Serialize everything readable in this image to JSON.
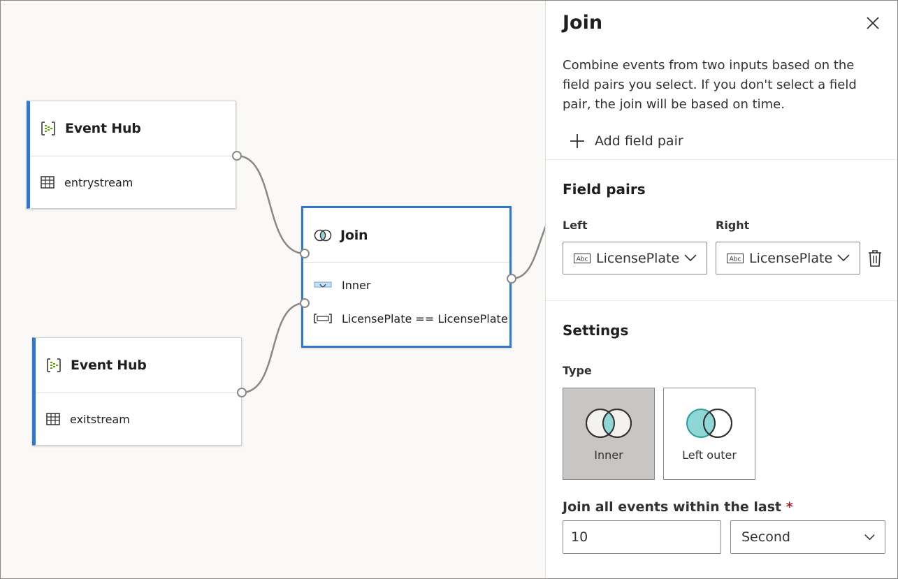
{
  "canvas": {
    "nodes": [
      {
        "id": "eventhub-1",
        "title": "Event Hub",
        "icon": "event-hub-icon",
        "row": {
          "icon": "table-icon",
          "text": "entrystream"
        }
      },
      {
        "id": "eventhub-2",
        "title": "Event Hub",
        "icon": "event-hub-icon",
        "row": {
          "icon": "table-icon",
          "text": "exitstream"
        }
      },
      {
        "id": "join",
        "title": "Join",
        "icon": "join-icon",
        "rows": [
          {
            "icon": "inner-join-icon",
            "text": "Inner"
          },
          {
            "icon": "field-pair-icon",
            "text": "LicensePlate == LicensePlate"
          }
        ]
      }
    ]
  },
  "panel": {
    "title": "Join",
    "description": "Combine events from two inputs based on the field pairs you select. If you don't select a field pair, the join will be based on time.",
    "add_field_pair": "Add field pair",
    "field_pairs": {
      "title": "Field pairs",
      "left_label": "Left",
      "right_label": "Right",
      "left_value": "LicensePlate",
      "right_value": "LicensePlate"
    },
    "settings": {
      "title": "Settings",
      "type_label": "Type",
      "types": [
        {
          "label": "Inner",
          "selected": true
        },
        {
          "label": "Left outer",
          "selected": false
        }
      ],
      "window_label": "Join all events within the last",
      "required_mark": "*",
      "window_value": "10",
      "window_unit": "Second"
    }
  },
  "colors": {
    "accent": "#2f77d0",
    "teal": "#8fd6d6",
    "selected_card": "#c8c6c4",
    "required": "#a4262c"
  }
}
